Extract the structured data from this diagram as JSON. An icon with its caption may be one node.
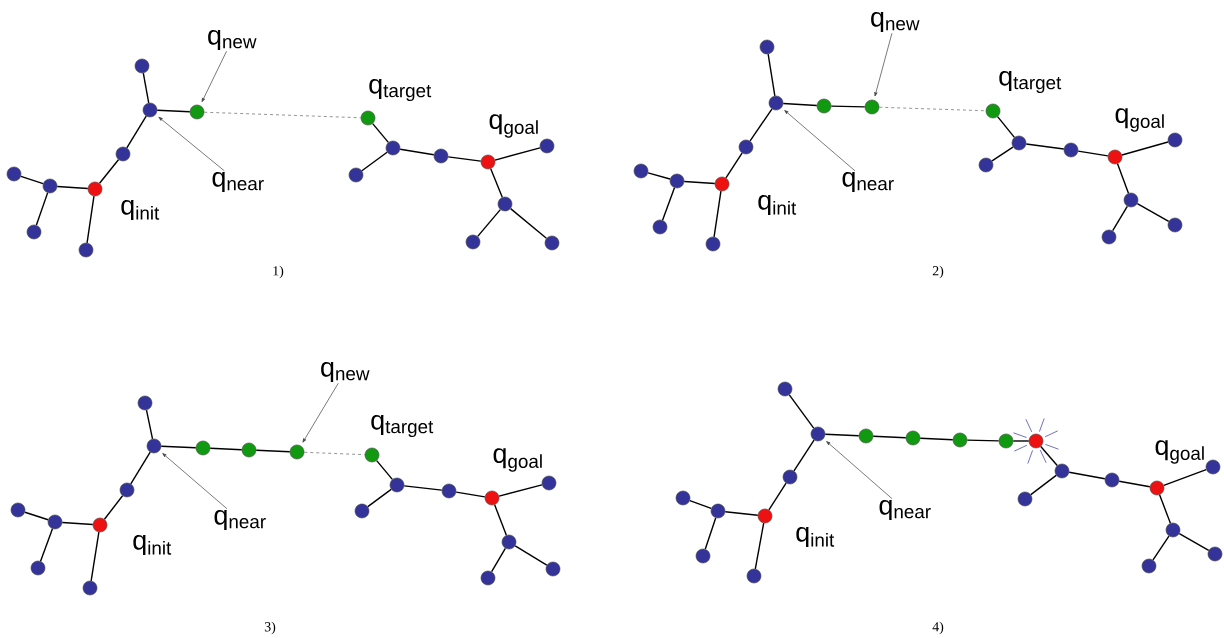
{
  "diagram": {
    "nodes": [
      {
        "text": [],
        "shape": "circle"
      },
      {
        "text": [],
        "shape": "circle"
      },
      {
        "text": [],
        "shape": "circle"
      },
      {
        "text": [],
        "shape": "circle"
      },
      {
        "text": [],
        "shape": "circle",
        "beside": [
          "q$_{init}$"
        ]
      },
      {
        "text": [],
        "shape": "circle"
      },
      {
        "text": [],
        "shape": "circle"
      },
      {
        "text": [],
        "shape": "circle"
      },
      {
        "text": [],
        "shape": "circle"
      },
      {
        "text": [],
        "shape": "circle",
        "beside": [
          "q$_{target}$"
        ]
      },
      {
        "text": [],
        "shape": "circle"
      },
      {
        "text": [],
        "shape": "circle"
      },
      {
        "text": [],
        "shape": "circle"
      },
      {
        "text": [],
        "shape": "circle",
        "beside": [
          "q$_{goal}$"
        ]
      },
      {
        "text": [],
        "shape": "circle"
      },
      {
        "text": [],
        "shape": "circle"
      },
      {
        "text": [],
        "shape": "circle"
      },
      {
        "text": [],
        "shape": "circle"
      },
      {
        "text": [
          "q$_{new}$"
        ]
      },
      {
        "text": [
          "q$_{near}$"
        ]
      },
      {
        "text": [],
        "shape": "circle"
      },
      {
        "text": [],
        "shape": "circle"
      },
      {
        "text": [],
        "shape": "circle"
      },
      {
        "text": [],
        "shape": "circle"
      },
      {
        "text": [],
        "shape": "circle"
      },
      {
        "text": [],
        "shape": "circle",
        "beside": [
          "q$_{init}$"
        ]
      },
      {
        "text": [],
        "shape": "circle"
      },
      {
        "text": [],
        "shape": "circle"
      },
      {
        "text": [],
        "shape": "circle"
      },
      {
        "text": [],
        "shape": "circle"
      },
      {
        "text": [],
        "shape": "circle",
        "beside": [
          "q$_{target}$"
        ]
      },
      {
        "text": [],
        "shape": "circle"
      },
      {
        "text": [],
        "shape": "circle"
      },
      {
        "text": [],
        "shape": "circle"
      },
      {
        "text": [],
        "shape": "circle",
        "beside": [
          "q$_{goal}$"
        ]
      },
      {
        "text": [],
        "shape": "circle"
      },
      {
        "text": [],
        "shape": "circle"
      },
      {
        "text": [],
        "shape": "circle"
      },
      {
        "text": [],
        "shape": "circle"
      },
      {
        "text": [
          "q$_{new}$"
        ]
      },
      {
        "text": [
          "q$_{near}$"
        ]
      },
      {
        "text": [],
        "shape": "circle"
      },
      {
        "text": [],
        "shape": "circle"
      },
      {
        "text": [],
        "shape": "circle"
      },
      {
        "text": [],
        "shape": "circle"
      },
      {
        "text": [],
        "shape": "circle"
      },
      {
        "text": [],
        "shape": "circle"
      },
      {
        "text": [],
        "shape": "circle",
        "beside": [
          "q$_{init}$"
        ]
      },
      {
        "text": [],
        "shape": "circle"
      },
      {
        "text": [],
        "shape": "circle"
      },
      {
        "text": [],
        "shape": "circle"
      },
      {
        "text": [],
        "shape": "circle"
      },
      {
        "text": [],
        "shape": "circle",
        "beside": [
          "q$_{target}$"
        ]
      },
      {
        "text": [],
        "shape": "circle"
      },
      {
        "text": [],
        "shape": "circle"
      },
      {
        "text": [],
        "shape": "circle"
      },
      {
        "text": [],
        "shape": "circle",
        "beside": [
          "q$_{goal}$"
        ]
      },
      {
        "text": [],
        "shape": "circle"
      },
      {
        "text": [],
        "shape": "circle"
      },
      {
        "text": [],
        "shape": "circle"
      },
      {
        "text": [],
        "shape": "circle"
      },
      {
        "text": [
          "q$_{new}$"
        ]
      },
      {
        "text": [
          "q$_{near}$"
        ]
      },
      {
        "text": [],
        "shape": "circle"
      },
      {
        "text": [],
        "shape": "circle"
      },
      {
        "text": [],
        "shape": "circle"
      },
      {
        "text": [],
        "shape": "circle"
      },
      {
        "text": [],
        "shape": "circle"
      },
      {
        "text": [],
        "shape": "circle"
      },
      {
        "text": [],
        "shape": "circle"
      },
      {
        "text": [],
        "shape": "circle"
      },
      {
        "text": [],
        "shape": "circle",
        "beside": [
          "q$_{init}$"
        ]
      },
      {
        "text": [],
        "shape": "circle"
      },
      {
        "text": [],
        "shape": "circle"
      },
      {
        "text": [],
        "shape": "circle"
      },
      {
        "text": [],
        "shape": "circle"
      },
      {
        "text": [],
        "shape": "circle"
      },
      {
        "text": [],
        "shape": "circle"
      },
      {
        "text": [],
        "shape": "circle"
      },
      {
        "text": [],
        "shape": "circle",
        "beside": [
          "q$_{goal}$"
        ]
      },
      {
        "text": [],
        "shape": "circle"
      },
      {
        "text": [],
        "shape": "circle"
      },
      {
        "text": [],
        "shape": "circle"
      },
      {
        "text": [],
        "shape": "circle"
      },
      {
        "text": [
          "q$_{near}$"
        ]
      }
    ],
    "edges": [
      {
        "from": 0,
        "to": 1,
        "arrow": "none"
      },
      {
        "from": 1,
        "to": 2,
        "arrow": "none"
      },
      {
        "from": 1,
        "to": 3,
        "arrow": "none"
      },
      {
        "from": 3,
        "to": 4,
        "arrow": "none"
      },
      {
        "from": 4,
        "to": 5,
        "arrow": "none"
      },
      {
        "from": 5,
        "to": 6,
        "arrow": "none"
      },
      {
        "from": 5,
        "to": 7,
        "arrow": "none"
      },
      {
        "from": 4,
        "to": 8,
        "arrow": "none"
      },
      {
        "from": 2,
        "to": 9,
        "arrow": "none",
        "style": "dashed"
      },
      {
        "from": 9,
        "to": 10,
        "arrow": "none"
      },
      {
        "from": 10,
        "to": 11,
        "arrow": "none"
      },
      {
        "from": 10,
        "to": 12,
        "arrow": "none"
      },
      {
        "from": 12,
        "to": 13,
        "arrow": "none"
      },
      {
        "from": 13,
        "to": 14,
        "arrow": "none"
      },
      {
        "from": 13,
        "to": 15,
        "arrow": "none"
      },
      {
        "from": 15,
        "to": 16,
        "arrow": "none"
      },
      {
        "from": 15,
        "to": 17,
        "arrow": "none"
      },
      {
        "from": 18,
        "to": 2,
        "arrow": "to"
      },
      {
        "from": 19,
        "to": 1,
        "arrow": "to"
      },
      {
        "from": 20,
        "to": 21,
        "arrow": "none"
      },
      {
        "from": 21,
        "to": 22,
        "arrow": "none"
      },
      {
        "from": 22,
        "to": 23,
        "arrow": "none"
      },
      {
        "from": 21,
        "to": 24,
        "arrow": "none"
      },
      {
        "from": 24,
        "to": 25,
        "arrow": "none"
      },
      {
        "from": 25,
        "to": 26,
        "arrow": "none"
      },
      {
        "from": 26,
        "to": 27,
        "arrow": "none"
      },
      {
        "from": 26,
        "to": 28,
        "arrow": "none"
      },
      {
        "from": 25,
        "to": 29,
        "arrow": "none"
      },
      {
        "from": 23,
        "to": 30,
        "arrow": "none",
        "style": "dashed"
      },
      {
        "from": 30,
        "to": 31,
        "arrow": "none"
      },
      {
        "from": 31,
        "to": 32,
        "arrow": "none"
      },
      {
        "from": 31,
        "to": 33,
        "arrow": "none"
      },
      {
        "from": 33,
        "to": 34,
        "arrow": "none"
      },
      {
        "from": 34,
        "to": 35,
        "arrow": "none"
      },
      {
        "from": 34,
        "to": 36,
        "arrow": "none"
      },
      {
        "from": 36,
        "to": 37,
        "arrow": "none"
      },
      {
        "from": 36,
        "to": 38,
        "arrow": "none"
      },
      {
        "from": 39,
        "to": 23,
        "arrow": "to"
      },
      {
        "from": 40,
        "to": 21,
        "arrow": "to"
      },
      {
        "from": 41,
        "to": 42,
        "arrow": "none"
      },
      {
        "from": 42,
        "to": 43,
        "arrow": "none"
      },
      {
        "from": 43,
        "to": 44,
        "arrow": "none"
      },
      {
        "from": 44,
        "to": 45,
        "arrow": "none"
      },
      {
        "from": 42,
        "to": 46,
        "arrow": "none"
      },
      {
        "from": 46,
        "to": 47,
        "arrow": "none"
      },
      {
        "from": 47,
        "to": 48,
        "arrow": "none"
      },
      {
        "from": 48,
        "to": 49,
        "arrow": "none"
      },
      {
        "from": 48,
        "to": 50,
        "arrow": "none"
      },
      {
        "from": 47,
        "to": 51,
        "arrow": "none"
      },
      {
        "from": 45,
        "to": 52,
        "arrow": "none",
        "style": "dashed"
      },
      {
        "from": 52,
        "to": 53,
        "arrow": "none"
      },
      {
        "from": 53,
        "to": 54,
        "arrow": "none"
      },
      {
        "from": 53,
        "to": 55,
        "arrow": "none"
      },
      {
        "from": 55,
        "to": 56,
        "arrow": "none"
      },
      {
        "from": 56,
        "to": 57,
        "arrow": "none"
      },
      {
        "from": 56,
        "to": 58,
        "arrow": "none"
      },
      {
        "from": 58,
        "to": 59,
        "arrow": "none"
      },
      {
        "from": 58,
        "to": 60,
        "arrow": "none"
      },
      {
        "from": 61,
        "to": 45,
        "arrow": "to"
      },
      {
        "from": 62,
        "to": 42,
        "arrow": "to"
      },
      {
        "from": 63,
        "to": 64,
        "arrow": "none"
      },
      {
        "from": 64,
        "to": 65,
        "arrow": "none"
      },
      {
        "from": 65,
        "to": 66,
        "arrow": "none"
      },
      {
        "from": 66,
        "to": 67,
        "arrow": "none"
      },
      {
        "from": 67,
        "to": 68,
        "arrow": "none"
      },
      {
        "from": 68,
        "to": 69,
        "arrow": "none"
      },
      {
        "from": 64,
        "to": 70,
        "arrow": "none"
      },
      {
        "from": 70,
        "to": 71,
        "arrow": "none"
      },
      {
        "from": 71,
        "to": 72,
        "arrow": "none"
      },
      {
        "from": 72,
        "to": 73,
        "arrow": "none"
      },
      {
        "from": 72,
        "to": 74,
        "arrow": "none"
      },
      {
        "from": 71,
        "to": 75,
        "arrow": "none"
      },
      {
        "from": 69,
        "to": 76,
        "arrow": "none"
      },
      {
        "from": 76,
        "to": 77,
        "arrow": "none"
      },
      {
        "from": 76,
        "to": 78,
        "arrow": "none"
      },
      {
        "from": 78,
        "to": 79,
        "arrow": "none"
      },
      {
        "from": 79,
        "to": 80,
        "arrow": "none"
      },
      {
        "from": 79,
        "to": 81,
        "arrow": "none"
      },
      {
        "from": 81,
        "to": 82,
        "arrow": "none"
      },
      {
        "from": 81,
        "to": 83,
        "arrow": "none"
      },
      {
        "from": 84,
        "to": 64,
        "arrow": "to"
      }
    ],
    "labels": [
      "1)",
      "2)",
      "3)",
      "4)"
    ]
  }
}
